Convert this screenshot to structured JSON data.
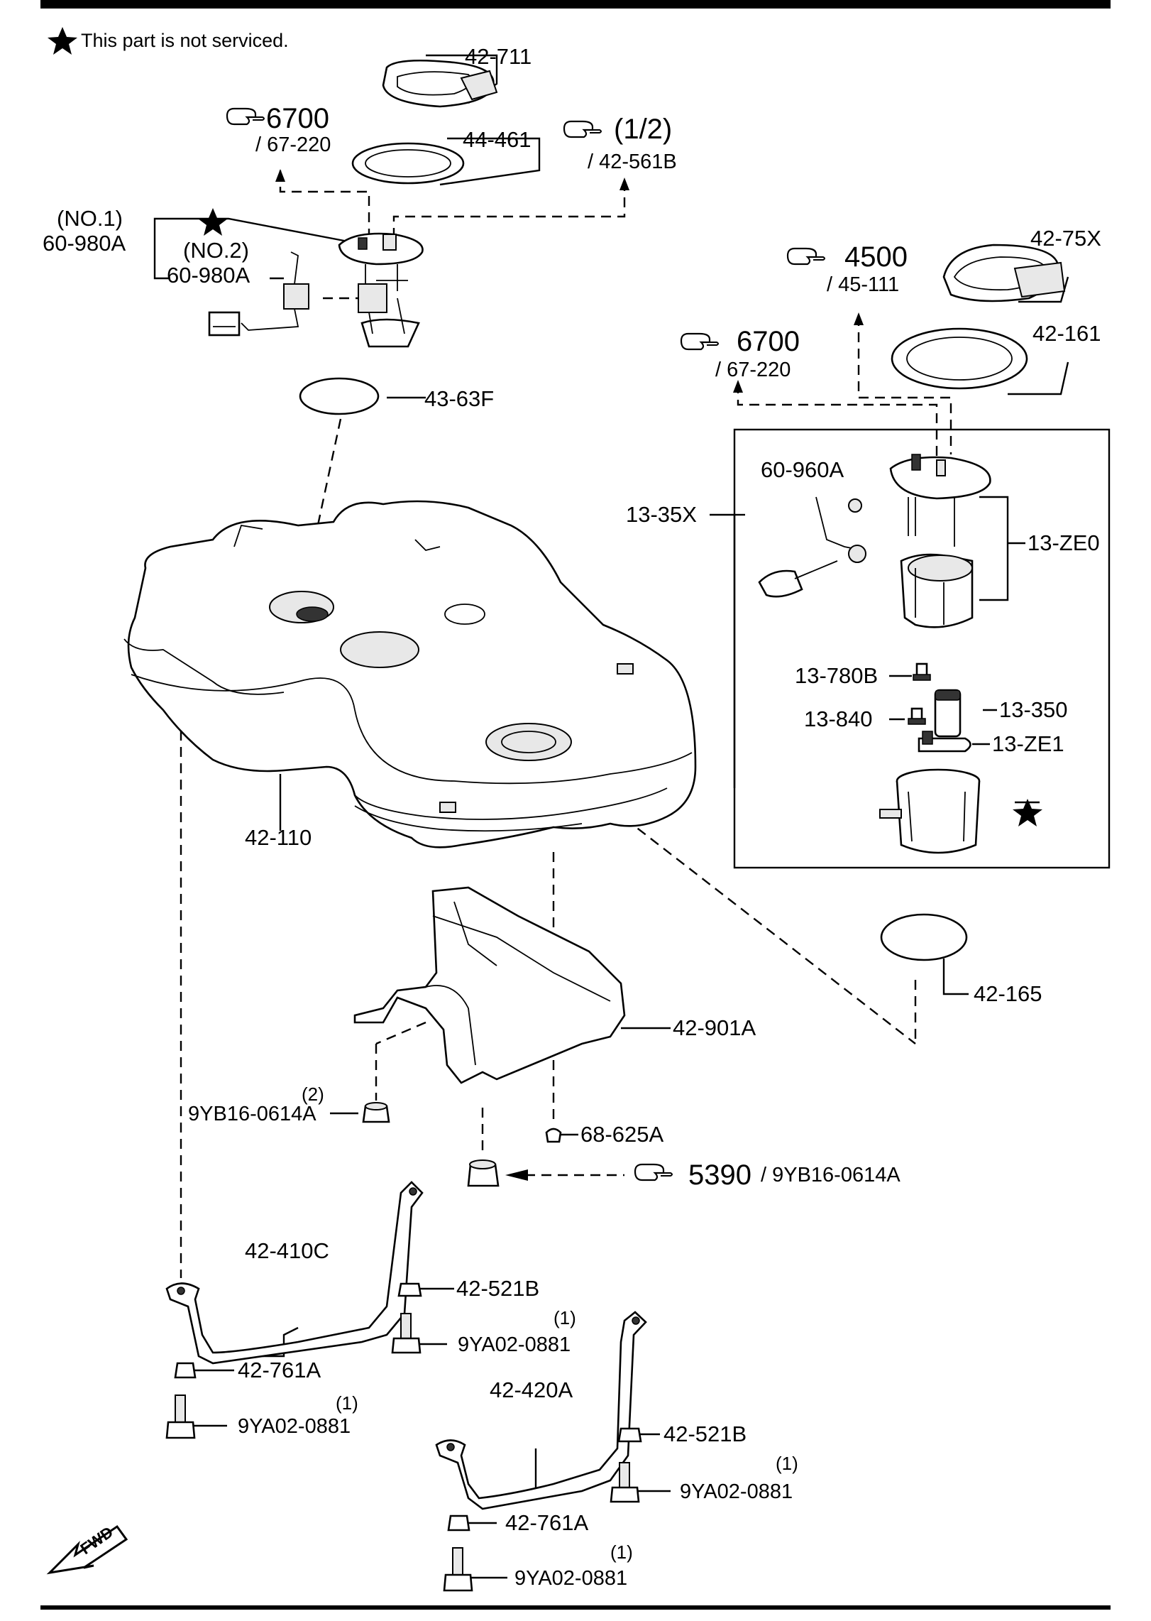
{
  "note": "This part is not serviced.",
  "fwd": "FWD",
  "callouts": {
    "c42_711": "42-711",
    "c44_461": "44-461",
    "ref6700a_num": "6700",
    "ref6700a_sub": "/ 67-220",
    "ref12_num": "(1/2)",
    "ref12_sub": "/ 42-561B",
    "no1": "(NO.1)",
    "c60_980a_1": "60-980A",
    "no2": "(NO.2)",
    "c60_980a_2": "60-980A",
    "c43_63f": "43-63F",
    "ref4500_num": "4500",
    "ref4500_sub": "/ 45-111",
    "c42_75x": "42-75X",
    "c42_161": "42-161",
    "ref6700b_num": "6700",
    "ref6700b_sub": "/ 67-220",
    "c60_960a": "60-960A",
    "c13_35x": "13-35X",
    "c13_ze0": "13-ZE0",
    "c13_780b": "13-780B",
    "c13_350": "13-350",
    "c13_840": "13-840",
    "c13_ze1": "13-ZE1",
    "c42_110": "42-110",
    "c42_165": "42-165",
    "c42_901a": "42-901A",
    "qty_2": "(2)",
    "c9yb16_a": "9YB16-0614A",
    "c68_625a": "68-625A",
    "ref5390_num": "5390",
    "ref5390_sub": "/ 9YB16-0614A",
    "c42_410c": "42-410C",
    "c42_521b_1": "42-521B",
    "qty_1a": "(1)",
    "c9ya02_a": "9YA02-0881",
    "c42_761a_1": "42-761A",
    "qty_1b": "(1)",
    "c9ya02_b": "9YA02-0881",
    "c42_420a": "42-420A",
    "c42_521b_2": "42-521B",
    "qty_1c": "(1)",
    "c9ya02_c": "9YA02-0881",
    "c42_761a_2": "42-761A",
    "qty_1d": "(1)",
    "c9ya02_d": "9YA02-0881"
  }
}
